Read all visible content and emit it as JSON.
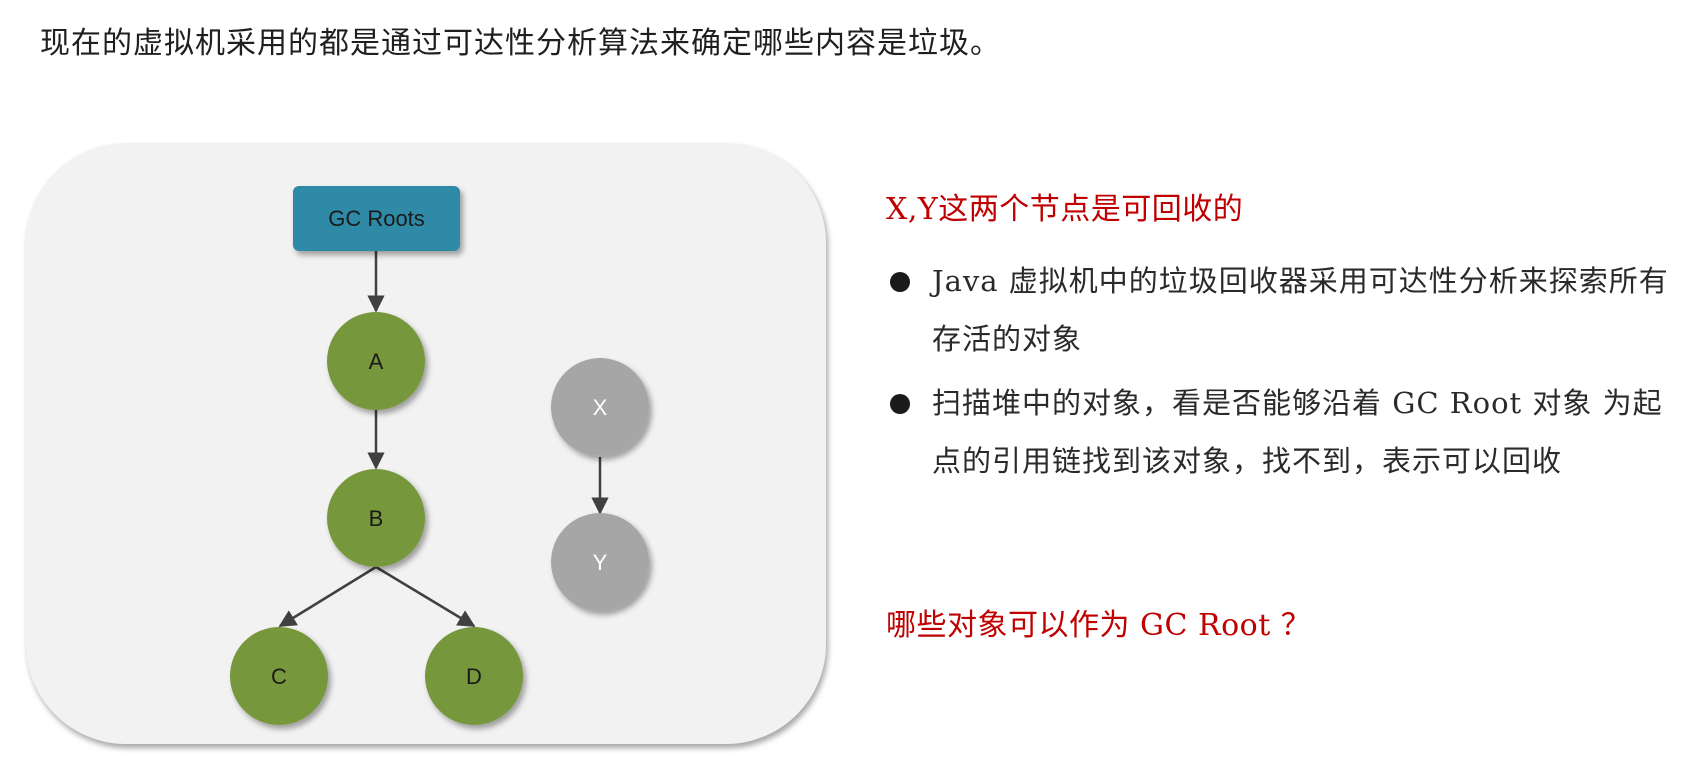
{
  "header": {
    "title": "现在的虚拟机采用的都是通过可达性分析算法来确定哪些内容是垃圾。"
  },
  "diagram": {
    "colors": {
      "root_fill": "#2e8aa6",
      "reachable_fill": "#76973a",
      "unreachable_fill": "#a6a6a6",
      "edge": "#404040",
      "panel": "#f2f2f2"
    },
    "nodes": {
      "gc_roots": "GC Roots",
      "a": "A",
      "b": "B",
      "c": "C",
      "d": "D",
      "x": "X",
      "y": "Y"
    }
  },
  "notes": {
    "heading": "X,Y这两个节点是可回收的",
    "bullets": [
      "Java  虚拟机中的垃圾回收器采用可达性分析来探索所有存活的对象",
      "扫描堆中的对象，看是否能够沿着 GC Root 对象 为起点的引用链找到该对象，找不到，表示可以回收"
    ],
    "question": "哪些对象可以作为 GC Root ？"
  }
}
